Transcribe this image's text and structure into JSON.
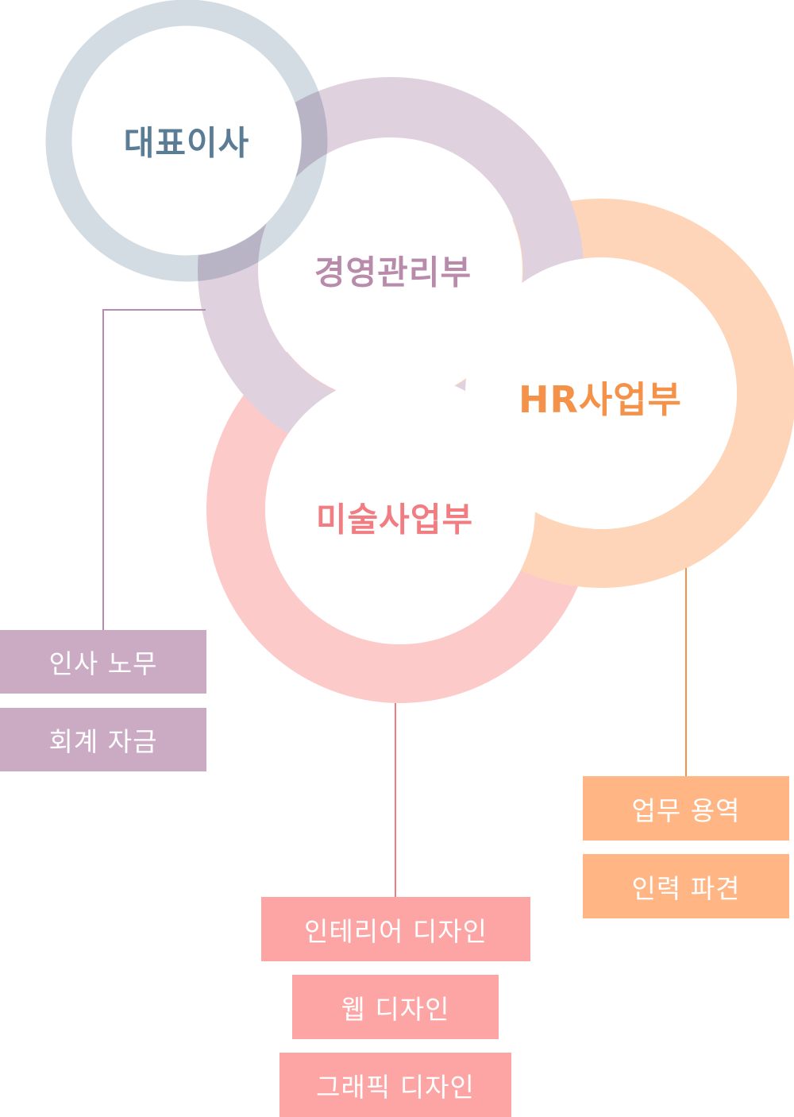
{
  "colors": {
    "ceo": "#d3dce3",
    "ceo_text": "#5b7c95",
    "mgmt": "#e0d1de",
    "mgmt_text": "#b98bab",
    "mgmt_box": "#cbaac4",
    "hr": "#fed5b8",
    "hr_text": "#f5924a",
    "hr_box": "#ffb584",
    "art": "#fdcaca",
    "art_text": "#f17d82",
    "art_box": "#fda5a5"
  },
  "nodes": {
    "ceo": "대표이사",
    "management": "경영관리부",
    "hr": "HR사업부",
    "art": "미술사업부"
  },
  "management_tasks": [
    "인사 노무",
    "회계 자금"
  ],
  "hr_tasks": [
    "업무 용역",
    "인력 파견"
  ],
  "art_tasks": [
    "인테리어 디자인",
    "웹 디자인",
    "그래픽 디자인"
  ]
}
